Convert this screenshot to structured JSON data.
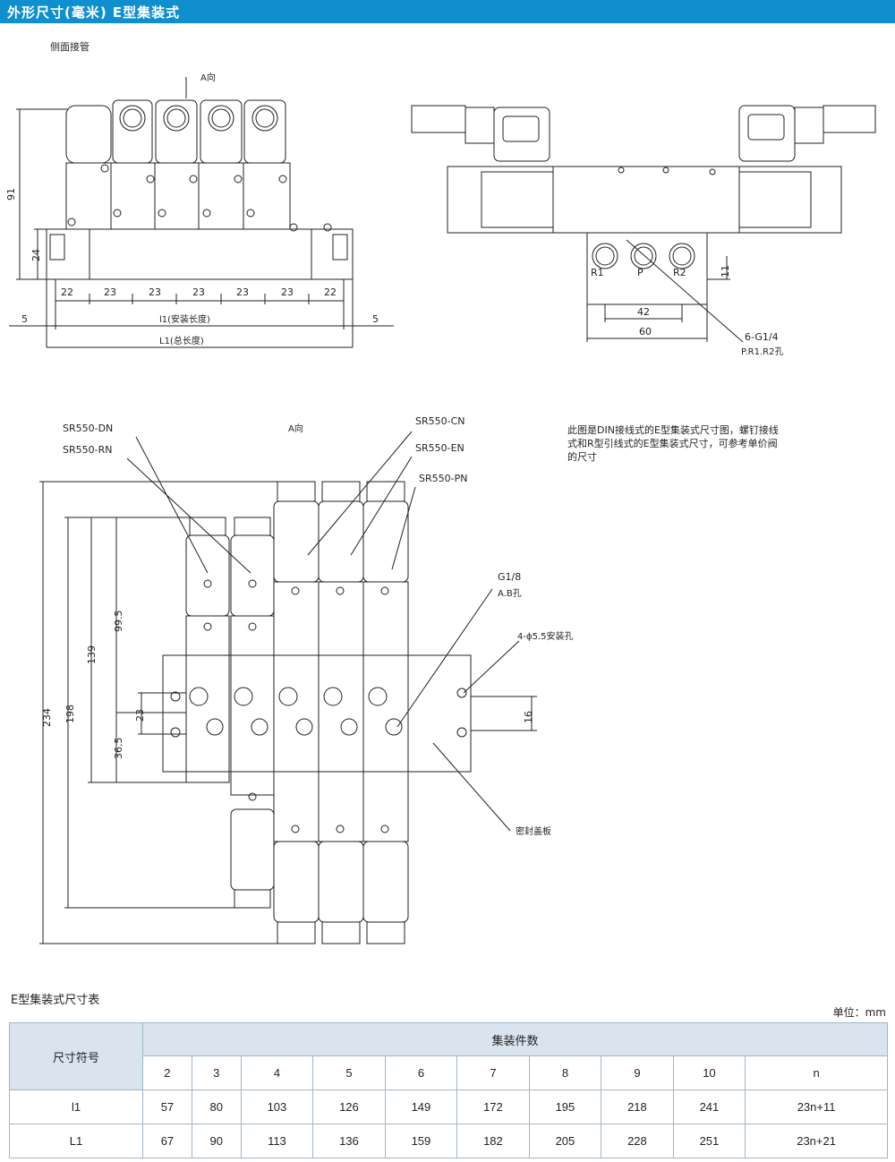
{
  "header": {
    "title": "外形尺寸(毫米)  E型集装式"
  },
  "side_view": {
    "label": "侧面接管",
    "direction": "A向",
    "dim_91": "91",
    "dim_24": "24",
    "pitches": [
      "22",
      "23",
      "23",
      "23",
      "23",
      "23",
      "22"
    ],
    "offset_left": "5",
    "offset_right": "5",
    "l1_label": "l1(安装长度)",
    "L1_label": "L1(总长度)"
  },
  "front_view": {
    "ports": [
      "R1",
      "P",
      "R2"
    ],
    "dim_11": "11",
    "dim_42": "42",
    "dim_60": "60",
    "port_spec": "6-G1/4",
    "port_names": "P.R1.R2孔"
  },
  "top_view": {
    "direction": "A向",
    "models": {
      "dn": "SR550-DN",
      "rn": "SR550-RN",
      "cn": "SR550-CN",
      "en": "SR550-EN",
      "pn": "SR550-PN"
    },
    "ab_spec": "G1/8",
    "ab_name": "A.B孔",
    "mount_hole": "4-ϕ5.5安装孔",
    "seal_plate": "密封盖板",
    "dims": {
      "d234": "234",
      "d198": "198",
      "d139": "139",
      "d99_5": "99.5",
      "d23": "23",
      "d36_5": "36.5",
      "d16": "16"
    }
  },
  "note": {
    "lines": [
      "此图是DIN接线式的E型集装式尺寸图，螺钉接线",
      "式和R型引线式的E型集装式尺寸，可参考单价阀",
      "的尺寸"
    ]
  },
  "table": {
    "title": "E型集装式尺寸表",
    "unit": "单位：mm",
    "head_label": "尺寸符号",
    "group_label": "集装件数",
    "columns": [
      "2",
      "3",
      "4",
      "5",
      "6",
      "7",
      "8",
      "9",
      "10",
      "n"
    ],
    "rows": [
      {
        "symbol": "l1",
        "values": [
          "57",
          "80",
          "103",
          "126",
          "149",
          "172",
          "195",
          "218",
          "241",
          "23n+11"
        ]
      },
      {
        "symbol": "L1",
        "values": [
          "67",
          "90",
          "113",
          "136",
          "159",
          "182",
          "205",
          "228",
          "251",
          "23n+21"
        ]
      }
    ]
  }
}
